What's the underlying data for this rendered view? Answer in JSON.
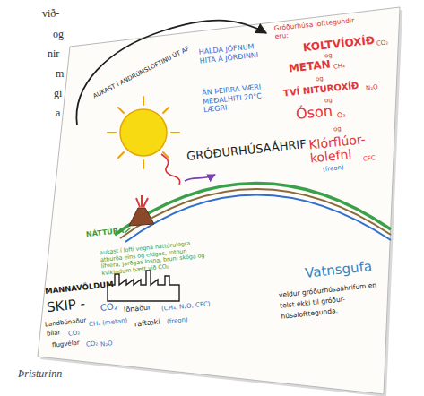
{
  "diagram": {
    "title": "GRÓÐURHÚSAÁHRIF",
    "caption": "Þristurinn",
    "labels": [
      "við-",
      "og",
      "nir",
      "m",
      "gi",
      "a",
      "AUKAST Í ANDRÚMSLOFTINU ÚT AF",
      "HALDA JÖFNUM HITA Á JÖRÐINNI",
      "ÁN ÞEIRRA VÆRI MEÐALHITI 20°C LÆGRI",
      "Gróðurhúsa lofttegundir eru:",
      "KOLTVÍOXÍÐ",
      "CO₂",
      "og",
      "METAN",
      "CH₄",
      "og",
      "TVÍ NITUROXÍÐ",
      "N₂O",
      "og",
      "Óson",
      "O₃",
      "og",
      "Klórflúor- kolefni",
      "CFC",
      "(freon)",
      "NÁTTÚRA",
      "aukast í lofti vegna náttúrulegra atburða eins og eldgos, rotnun lífvera, jarðgas losna, bruni skóga og kvikindum bætt við CO₂",
      "MANNAVÖLDUM",
      "SKIP -",
      "CO₂",
      "Iðnaður",
      "(CH₄, N₂O, CFC)",
      "Landbúnaður",
      "CH₄ (metan)",
      "raftæki",
      "(freon)",
      "bílar",
      "CO₂",
      "flugvélar",
      "CO₂",
      "N₂O",
      "Vatnsgufa",
      "veldur gróðurhúsaáhrifum en telst ekki til gróður- húsalofttegunda."
    ]
  }
}
